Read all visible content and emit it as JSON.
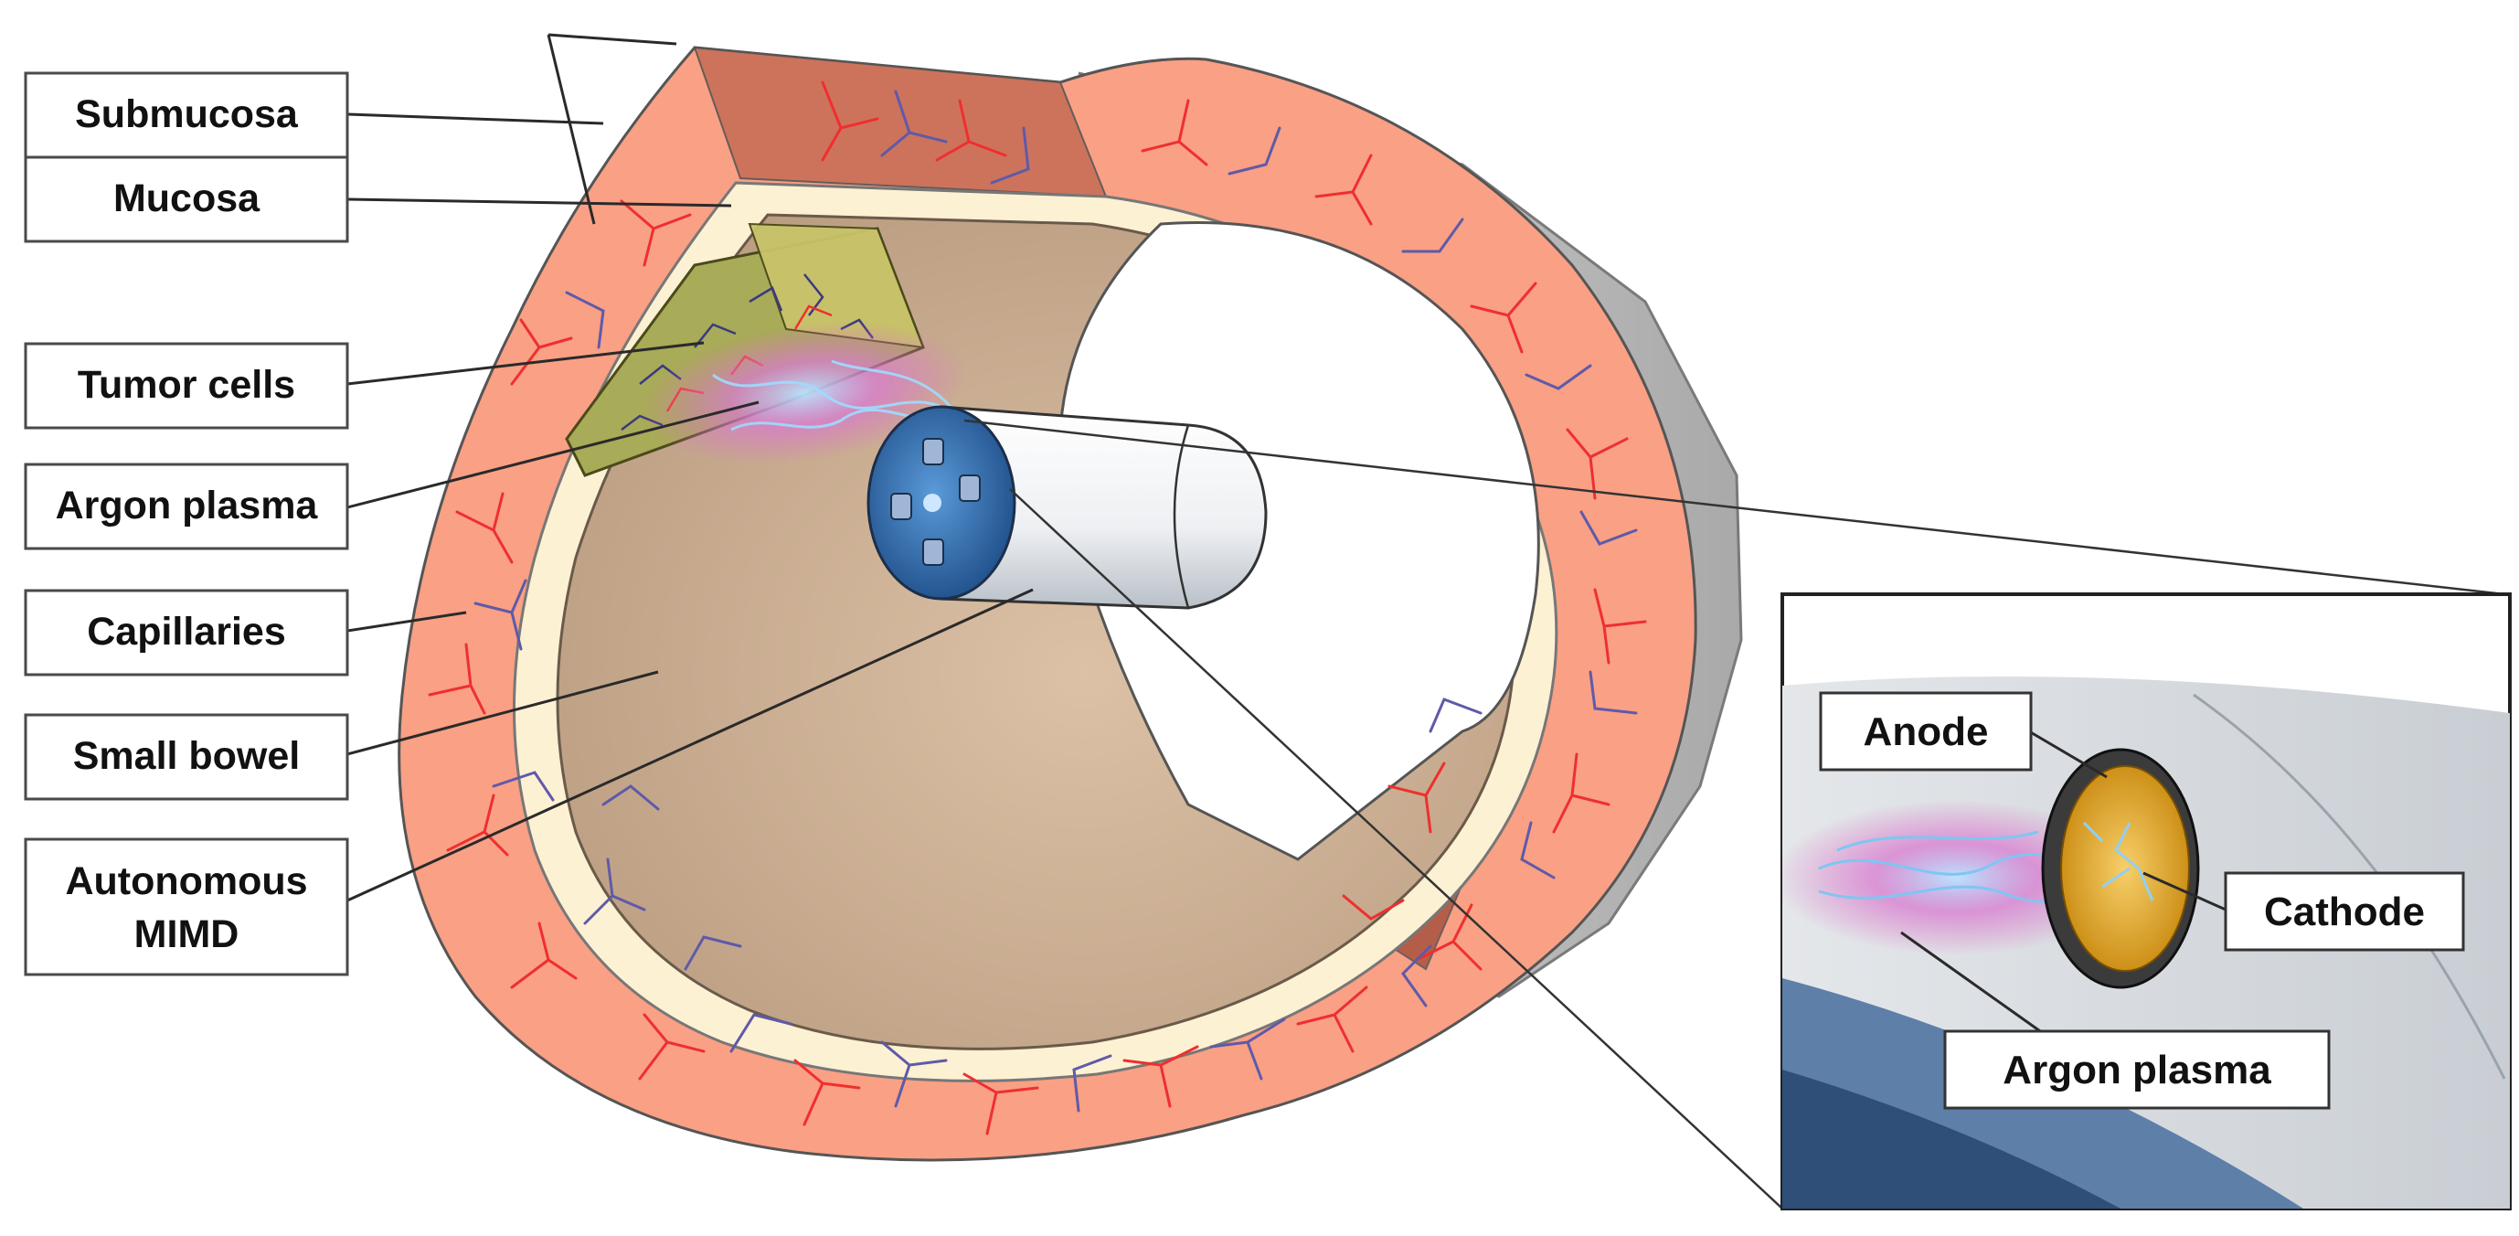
{
  "labels": {
    "submucosa": "Submucosa",
    "mucosa": "Mucosa",
    "tumor_cells": "Tumor cells",
    "argon_plasma": "Argon plasma",
    "capillaries": "Capillaries",
    "small_bowel": "Small bowel",
    "autonomous_line1": "Autonomous",
    "autonomous_line2": "MIMD"
  },
  "inset": {
    "anode": "Anode",
    "cathode": "Cathode",
    "argon_plasma": "Argon plasma"
  },
  "colors": {
    "submucosa": "#f9a085",
    "submucosa_edge": "#b9b9b9",
    "mucosa": "#fdf1d3",
    "lumen": "#d2b49a",
    "tumor": "#a8ab57",
    "capillary_red": "#ef2f2f",
    "capillary_blue": "#5f5aa8",
    "plasma_pink": "#e070c8",
    "plasma_blue": "#8fd0f5",
    "device_head": "#3f7fc4",
    "anode_gold": "#e5a92a"
  }
}
